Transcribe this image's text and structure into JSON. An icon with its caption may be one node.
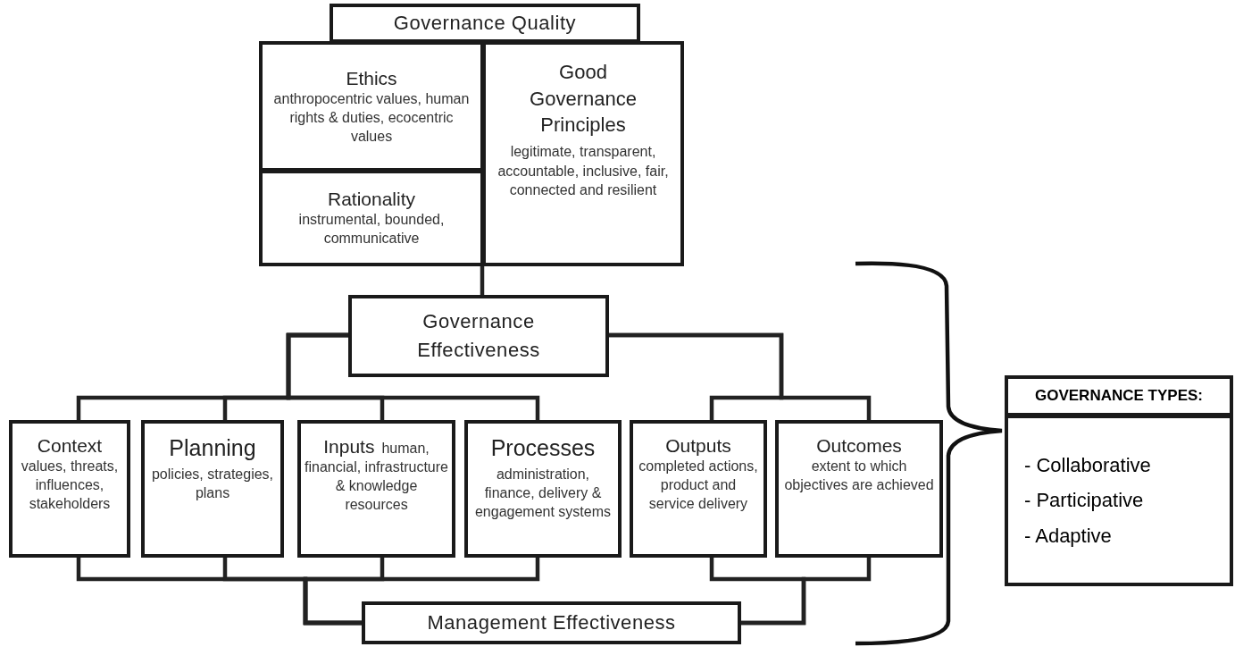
{
  "diagram": {
    "nodes": [
      {
        "text": [
          "Governance Quality"
        ]
      },
      {
        "text": [
          "Ethics",
          "anthropocentric values, human rights & duties, ecocentric values"
        ]
      },
      {
        "text": [
          "Rationality",
          "instrumental, bounded, communicative"
        ]
      },
      {
        "text": [
          "Good Governance Principles",
          "legitimate, transparent, accountable, inclusive, fair, connected and resilient"
        ]
      },
      {
        "text": [
          "Governance Effectiveness"
        ]
      },
      {
        "text": [
          "Context",
          "values, threats, influences, stakeholders"
        ]
      },
      {
        "text": [
          "Planning",
          "policies, strategies, plans"
        ]
      },
      {
        "text": [
          "Inputs",
          "human, financial, infrastructure & knowledge resources"
        ]
      },
      {
        "text": [
          "Processes",
          "administration, finance, delivery & engagement systems"
        ]
      },
      {
        "text": [
          "Outputs",
          "completed actions, product and service delivery"
        ]
      },
      {
        "text": [
          "Outcomes",
          "extent to which objectives are achieved"
        ]
      },
      {
        "text": [
          "Management Effectiveness"
        ]
      },
      {
        "text": [
          "GOVERNANCE TYPES:"
        ]
      },
      {
        "text": [
          "- Collaborative",
          "- Participative",
          "- Adaptive"
        ]
      }
    ],
    "edges": [
      {
        "from": 3,
        "to": 4,
        "arrow": "none"
      },
      {
        "from": 4,
        "to": 5,
        "arrow": "none"
      },
      {
        "from": 4,
        "to": 6,
        "arrow": "none"
      },
      {
        "from": 4,
        "to": 7,
        "arrow": "none"
      },
      {
        "from": 4,
        "to": 8,
        "arrow": "none"
      },
      {
        "from": 4,
        "to": 9,
        "arrow": "none"
      },
      {
        "from": 4,
        "to": 10,
        "arrow": "none"
      },
      {
        "from": 5,
        "to": 11,
        "arrow": "none"
      },
      {
        "from": 6,
        "to": 11,
        "arrow": "none"
      },
      {
        "from": 7,
        "to": 11,
        "arrow": "none"
      },
      {
        "from": 8,
        "to": 11,
        "arrow": "none"
      },
      {
        "from": 9,
        "to": 11,
        "arrow": "none"
      },
      {
        "from": 10,
        "to": 11,
        "arrow": "none"
      }
    ]
  }
}
